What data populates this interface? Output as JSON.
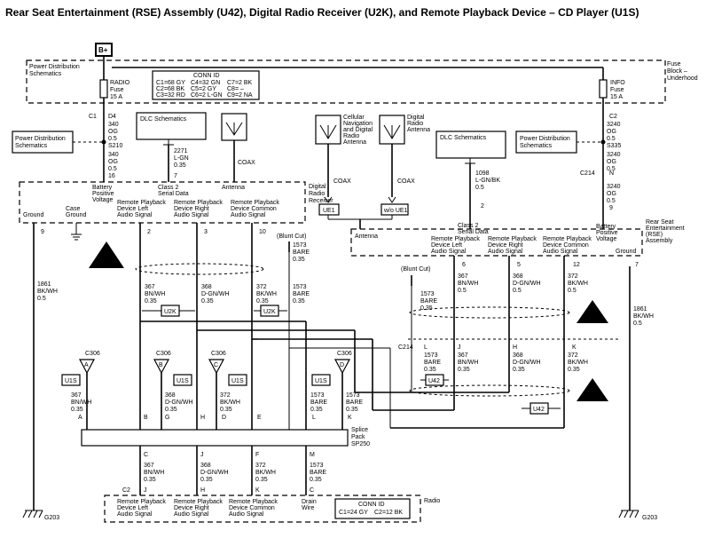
{
  "title": "Rear Seat Entertainment (RSE) Assembly (U42), Digital Radio Receiver (U2K), and Remote Playback Device – CD Player (U1S)",
  "fuse_block": {
    "b_plus": "B+",
    "left_label": [
      "Power Distribution",
      "Schematics"
    ],
    "right_label": [
      "Fuse",
      "Block –",
      "Underhood"
    ],
    "radio_fuse": [
      "RADIO",
      "Fuse",
      "15 A"
    ],
    "info_fuse": [
      "INFO",
      "Fuse",
      "15 A"
    ],
    "conn_id_title": "CONN ID",
    "conn_id_rows": [
      [
        "C1=68 GY",
        "C4=32 GN",
        "C7=2 BK"
      ],
      [
        "C2=68 BK",
        "C5=2 GY",
        "C8= –"
      ],
      [
        "C3=32 RD",
        "C6=2 L-GN",
        "C9=2 NA"
      ]
    ]
  },
  "left_wires": {
    "c1": "C1",
    "d4": "D4",
    "w340_top": [
      "340",
      "OG",
      "0.5"
    ],
    "pds": [
      "Power Distribution",
      "Schematics"
    ],
    "s210": "S210",
    "w340_bot": [
      "340",
      "OG",
      "0.5"
    ],
    "pin16": "16",
    "dlc": "DLC Schematics",
    "w2271": [
      "2271",
      "L-GN",
      "0.35"
    ],
    "pin7": "7",
    "coax": "COAX"
  },
  "drr": {
    "label": [
      "Digital",
      "Radio",
      "Receiver"
    ],
    "battery": [
      "Battery",
      "Positive",
      "Voltage"
    ],
    "class2": [
      "Class 2",
      "Serial Data"
    ],
    "antenna": "Antenna",
    "rpd_left": [
      "Remote Playback",
      "Device Left",
      "Audio Signal"
    ],
    "rpd_right": [
      "Remote Playback",
      "Device Right",
      "Audio Signal"
    ],
    "rpd_common": [
      "Remote Playback",
      "Device Common",
      "Audio Signal"
    ],
    "ground": "Ground",
    "case_ground": [
      "Case",
      "Ground"
    ],
    "pins": [
      "9",
      "2",
      "3",
      "10"
    ]
  },
  "mid_wires": {
    "w1861": [
      "1861",
      "BK/WH",
      "0.5"
    ],
    "w367": [
      "367",
      "BN/WH",
      "0.35"
    ],
    "w368": [
      "368",
      "D-GN/WH",
      "0.35"
    ],
    "w372": [
      "372",
      "BK/WH",
      "0.35"
    ],
    "w1573": [
      "1573",
      "BARE",
      "0.35"
    ],
    "blunt_cut": "(Blunt Cut)",
    "u2k": "U2K",
    "u1s": "U1S",
    "c306": "C306",
    "conn_letters": [
      "A",
      "B",
      "C",
      "D"
    ],
    "w367b": [
      "367",
      "BN/WH",
      "0.35"
    ],
    "w368b": [
      "368",
      "D-GN/WH",
      "0.35"
    ],
    "w372b": [
      "372",
      "BK/WH",
      "0.35"
    ],
    "w1573b": [
      "1573",
      "BARE",
      "0.35"
    ],
    "pin_letters": [
      "A",
      "B",
      "G",
      "H",
      "D",
      "E",
      "L",
      "K"
    ]
  },
  "splice": {
    "label": [
      "Splice",
      "Pack",
      "SP250"
    ]
  },
  "lower": {
    "pins_top": [
      "C",
      "J",
      "F",
      "M"
    ],
    "w367": [
      "367",
      "BN/WH",
      "0.35"
    ],
    "w368": [
      "368",
      "D-GN/WH",
      "0.35"
    ],
    "w372": [
      "372",
      "BK/WH",
      "0.35"
    ],
    "w1573": [
      "1573",
      "BARE",
      "0.35"
    ],
    "c2": "C2",
    "pins_bot": [
      "J",
      "H",
      "K",
      "C"
    ]
  },
  "radio": {
    "label": "Radio",
    "rpd_left": [
      "Remote Playback",
      "Device Left",
      "Audio Signal"
    ],
    "rpd_right": [
      "Remote Playback",
      "Device Right",
      "Audio Signal"
    ],
    "rpd_common": [
      "Remote Playback",
      "Device Common",
      "Audio Signal"
    ],
    "drain": [
      "Drain",
      "Wire"
    ],
    "conn_id_title": "CONN ID",
    "conn_id_row": [
      "C1=24 GY",
      "C2=12 BK"
    ]
  },
  "grounds": [
    "G203",
    "G203"
  ],
  "antennas": {
    "cellular": [
      "Cellular",
      "Navigation",
      "and Digital",
      "Radio",
      "Antenna"
    ],
    "digital": [
      "Digital",
      "Radio",
      "Antenna"
    ],
    "coax": "COAX",
    "ue1": "UE1",
    "wo_ue1": "w/o UE1"
  },
  "right_side": {
    "dlc": "DLC Schematics",
    "w1098": [
      "1098",
      "L-GN/BK",
      "0.5"
    ],
    "pin2": "2",
    "pds": [
      "Power Distribution",
      "Schematics"
    ],
    "c2": "C2",
    "w3240_a": [
      "3240",
      "OG",
      "0.5"
    ],
    "s335": "S335",
    "w3240_b": [
      "3240",
      "OG",
      "0.5"
    ],
    "c214": "C214",
    "n": "N",
    "w3240_c": [
      "3240",
      "OG",
      "0.5"
    ],
    "pin9": "9"
  },
  "rse": {
    "label": [
      "Rear Seat",
      "Entertainment",
      "(RSE)",
      "Assembly"
    ],
    "antenna": "Antenna",
    "class2": [
      "Class 2",
      "Serial Data"
    ],
    "rpd_left": [
      "Remote Playback",
      "Device Left",
      "Audio Signal"
    ],
    "rpd_right": [
      "Remote Playback",
      "Device Right",
      "Audio Signal"
    ],
    "rpd_common": [
      "Remote Playback",
      "Device Common",
      "Audio Signal"
    ],
    "battery": [
      "Battery",
      "Positive",
      "Voltage"
    ],
    "ground": "Ground",
    "pins": [
      "6",
      "5",
      "12",
      "7"
    ],
    "w367": [
      "367",
      "BN/WH",
      "0.5"
    ],
    "w368": [
      "368",
      "D-GN/WH",
      "0.5"
    ],
    "w372": [
      "372",
      "BK/WH",
      "0.5"
    ],
    "w1573": [
      "1573",
      "BARE",
      "0.35"
    ],
    "blunt_cut": "(Blunt Cut)",
    "c214": "C214",
    "c214_pins": [
      "L",
      "J",
      "H",
      "K"
    ],
    "w1573b": [
      "1573",
      "BARE",
      "0.35"
    ],
    "w367b": [
      "367",
      "BN/WH",
      "0.35"
    ],
    "w368b": [
      "368",
      "D-GN/WH",
      "0.35"
    ],
    "w372b": [
      "372",
      "BK/WH",
      "0.35"
    ],
    "u42": "U42",
    "w1861": [
      "1861",
      "BK/WH",
      "0.5"
    ]
  }
}
